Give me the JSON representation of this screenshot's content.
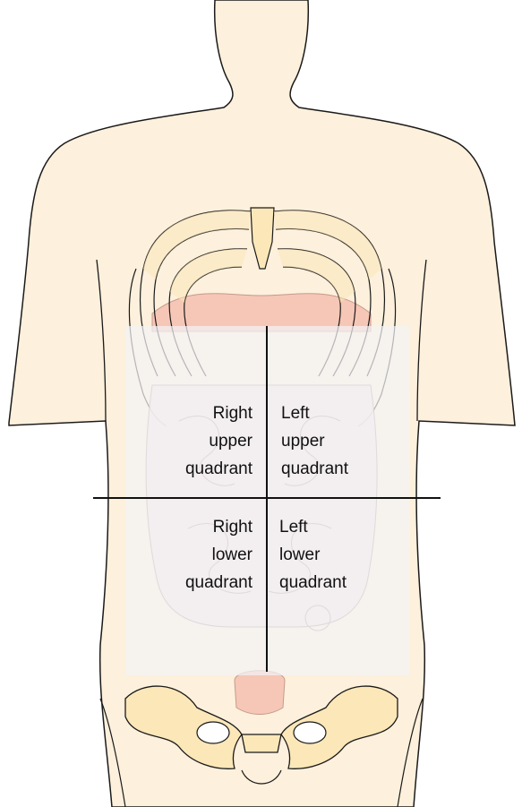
{
  "quadrants": {
    "upper_right": [
      "Right",
      "upper",
      "quadrant"
    ],
    "upper_left": [
      "Left",
      "upper",
      "quadrant"
    ],
    "lower_right": [
      "Right",
      "lower",
      "quadrant"
    ],
    "lower_left": [
      "Left",
      "lower",
      "quadrant"
    ]
  },
  "colors": {
    "skin": "#fdf0dc",
    "outline": "#1a1a1a",
    "bone": "#fbe7b8",
    "organ": "#f6c7b6",
    "overlay": "#f3f3f5"
  }
}
